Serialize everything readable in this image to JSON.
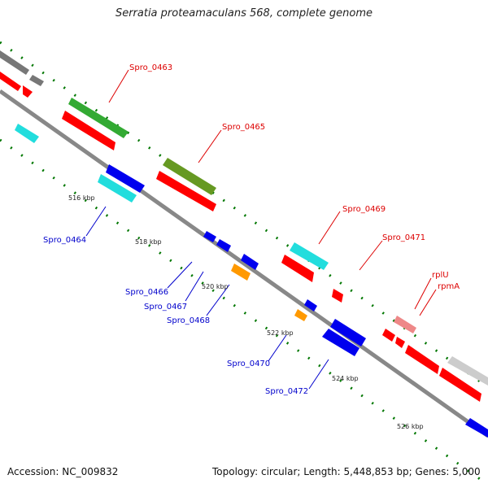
{
  "title": "Serratia proteamaculans 568, complete genome",
  "footer": {
    "accession": "Accession: NC_009832",
    "topology": "Topology: circular; Length: 5,448,853 bp; Genes: 5,000"
  },
  "tick_labels": [
    "516 kbp",
    "518 kbp",
    "520 kbp",
    "522 kbp",
    "524 kbp",
    "526 kbp"
  ],
  "top_labels": [
    "Spro_0463",
    "Spro_0465",
    "Spro_0469",
    "Spro_0471",
    "rplU",
    "rpmA"
  ],
  "bottom_labels": [
    "Spro_0464",
    "Spro_0466",
    "Spro_0467",
    "Spro_0468",
    "Spro_0470",
    "Spro_0472"
  ],
  "colors": {
    "top_label": "#dd0000",
    "bottom_label": "#0000cc",
    "backbone": "#888888",
    "dots": "#007700",
    "red": "#ff0000",
    "blue": "#0000ee",
    "cyan": "#22dddd",
    "green": "#33aa33",
    "olive": "#669922",
    "orange": "#ff9900",
    "gray": "#777777",
    "lightgray": "#cccccc",
    "pink": "#ee8888"
  }
}
